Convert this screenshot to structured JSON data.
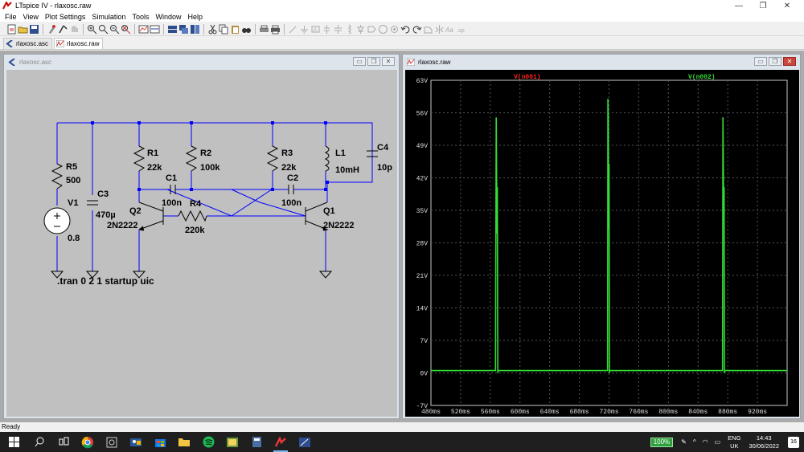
{
  "window": {
    "title": "LTspice IV - rlaxosc.raw",
    "min": "—",
    "max": "❐",
    "close": "✕"
  },
  "menu": [
    "File",
    "View",
    "Plot Settings",
    "Simulation",
    "Tools",
    "Window",
    "Help"
  ],
  "tabs": [
    {
      "label": "rlaxosc.asc",
      "active": false
    },
    {
      "label": "rlaxosc.raw",
      "active": true
    }
  ],
  "schematic": {
    "title": "rlaxosc.asc",
    "components": {
      "R5": {
        "name": "R5",
        "value": "500"
      },
      "V1": {
        "name": "V1",
        "value": "0.8"
      },
      "C3": {
        "name": "C3",
        "value": "470µ"
      },
      "R1": {
        "name": "R1",
        "value": "22k"
      },
      "R2": {
        "name": "R2",
        "value": "100k"
      },
      "C1": {
        "name": "C1",
        "value": "100n"
      },
      "Q2": {
        "name": "Q2",
        "value": "2N2222"
      },
      "R4": {
        "name": "R4",
        "value": "220k"
      },
      "R3": {
        "name": "R3",
        "value": "22k"
      },
      "C2": {
        "name": "C2",
        "value": "100n"
      },
      "L1": {
        "name": "L1",
        "value": "10mH"
      },
      "C4": {
        "name": "C4",
        "value": "10p"
      },
      "Q1": {
        "name": "Q1",
        "value": "2N2222"
      }
    },
    "directive": ".tran 0 2 1 startup uic",
    "colors": {
      "wire": "#0000ff",
      "component": "#000000",
      "background": "#c0c0c0"
    }
  },
  "waveform": {
    "title": "rlaxosc.raw",
    "colors": {
      "n001": "#ff2020",
      "n002": "#33dd33",
      "grid": "#555555",
      "background": "#000000",
      "axis": "#dddddd"
    }
  },
  "chart_data": {
    "type": "line",
    "title": "",
    "xlabel": "",
    "ylabel": "",
    "xlim": [
      480,
      960
    ],
    "ylim": [
      -7,
      63
    ],
    "x_unit": "ms",
    "y_unit": "V",
    "grid": true,
    "x_ticks": [
      "480ms",
      "520ms",
      "560ms",
      "600ms",
      "640ms",
      "680ms",
      "720ms",
      "760ms",
      "800ms",
      "840ms",
      "880ms",
      "920ms"
    ],
    "x_tick_values": [
      480,
      520,
      560,
      600,
      640,
      680,
      720,
      760,
      800,
      840,
      880,
      920
    ],
    "y_ticks": [
      "63V",
      "56V",
      "49V",
      "42V",
      "35V",
      "28V",
      "21V",
      "14V",
      "7V",
      "0V",
      "-7V"
    ],
    "y_tick_values": [
      63,
      56,
      49,
      42,
      35,
      28,
      21,
      14,
      7,
      0,
      -7
    ],
    "series": [
      {
        "name": "V(n001)",
        "color": "#ff2020",
        "x": [],
        "y": []
      },
      {
        "name": "V(n002)",
        "color": "#33dd33",
        "x": [
          480,
          567,
          568,
          568.5,
          569,
          569.5,
          570,
          570.5,
          718,
          718.5,
          719,
          719.5,
          720,
          720.5,
          721,
          873,
          873.5,
          874,
          874.5,
          875,
          875.5,
          876,
          960
        ],
        "y": [
          0.5,
          0.5,
          55,
          42,
          30,
          40,
          0,
          0.5,
          0.5,
          59,
          55,
          31,
          45,
          0,
          0.5,
          0.5,
          55,
          47,
          35,
          40,
          0,
          0.5,
          0.5
        ]
      }
    ]
  },
  "status": {
    "text": "Ready"
  },
  "taskbar": {
    "battery": "100%",
    "lang_top": "ENG",
    "lang_bottom": "UK",
    "time": "14:43",
    "date": "30/06/2022",
    "notif_count": "16"
  }
}
